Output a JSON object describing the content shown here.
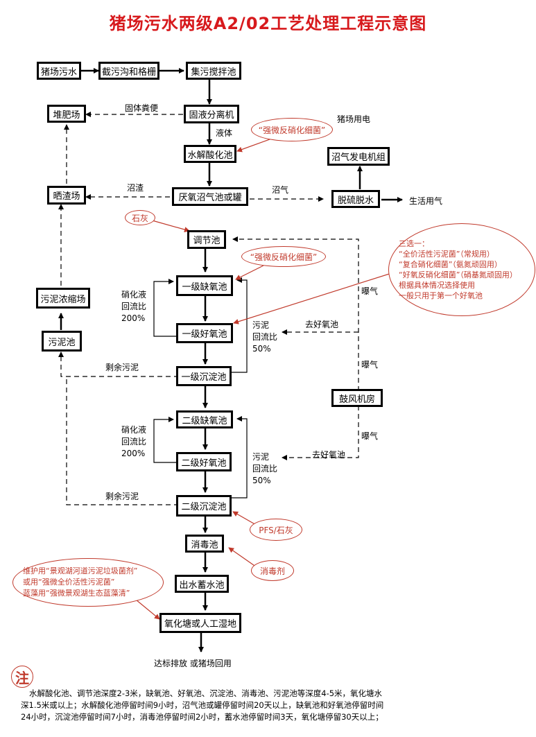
{
  "title": "猪场污水两级A2/02工艺处理工程示意图",
  "boxes": {
    "pig_sewage": "猪场污水",
    "grid_channel": "截污沟和格栅",
    "collect_tank": "集污搅拌池",
    "compost": "堆肥场",
    "separator": "固液分离机",
    "hydrolysis": "水解酸化池",
    "dry_field": "晒渣场",
    "anaerobic": "厌氧沼气池或罐",
    "desulfur": "脱硫脱水",
    "generator": "沼气发电机组",
    "adjust": "调节池",
    "anoxic1": "一级缺氧池",
    "aerobic1": "一级好氧池",
    "settle1": "一级沉淀池",
    "anoxic2": "二级缺氧池",
    "aerobic2": "二级好氧池",
    "settle2": "二级沉淀池",
    "thickener": "污泥浓缩场",
    "sludge_pool": "污泥池",
    "blower": "鼓风机房",
    "disinfect": "消毒池",
    "storage": "出水蓄水池",
    "wetland": "氧化塘或人工湿地"
  },
  "labels": {
    "solid_manure": "固体粪便",
    "liquid": "液体",
    "residue": "沼渣",
    "biogas": "沼气",
    "farm_power": "猪场用电",
    "domestic_gas": "生活用气",
    "aeration1": "曝气",
    "aeration2": "曝气",
    "aeration3": "曝气",
    "to_aerobic1": "去好氧池",
    "to_aerobic2": "去好氧池",
    "nitrify1": [
      "硝化液",
      "回流比",
      "200%"
    ],
    "nitrify2": [
      "硝化液",
      "回流比",
      "200%"
    ],
    "sludge_ret1": [
      "污泥",
      "回流比",
      "50%"
    ],
    "sludge_ret2": [
      "污泥",
      "回流比",
      "50%"
    ],
    "excess1": "剩余污泥",
    "excess2": "剩余污泥",
    "discharge": "达标排放 或猪场回用"
  },
  "bubbles": {
    "denit_a": "“强微反硝化细菌”",
    "lime": "石灰",
    "denit_b": "“强微反硝化细菌”",
    "pfs": "PFS/石灰",
    "disinfectant": "消毒剂",
    "select": [
      "三选一：",
      "“全价活性污泥菌”（常规用）",
      "“复合硝化细菌”（氨氮顽固用）",
      "“好氧反硝化细菌”（硝基氮顽固用）",
      "根据具体情况选择使用",
      "一般只用于第一个好氧池"
    ],
    "maintain": [
      "维护用“景观湖河道污泥垃圾菌剂”",
      "或用“强微全价活性污泥菌”",
      "蓝藻用“强微景观湖生态蓝藻清”"
    ]
  },
  "note": {
    "mark": "注",
    "lines": [
      "水解酸化池、调节池深度2-3米，缺氧池、好氧池、沉淀池、消毒池、污泥池等深度4-5米，氧化塘水",
      "深1.5米或以上；水解酸化池停留时间9小时，沼气池或罐停留时间20天以上，缺氧池和好氧池停留时间",
      "24小时，沉淀池停留时间7小时，消毒池停留时间2小时，蓄水池停留时间3天，氧化塘停留30天以上；"
    ]
  }
}
